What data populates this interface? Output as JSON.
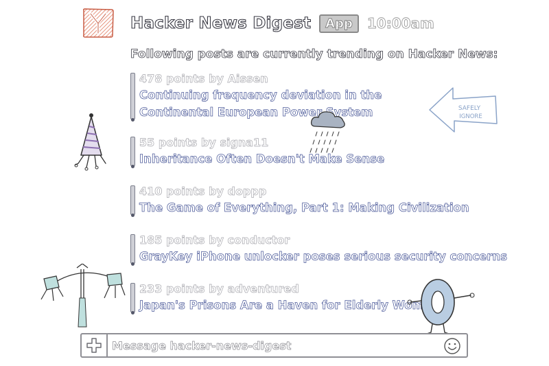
{
  "header": {
    "bot_name": "Hacker News Digest",
    "badge": "App",
    "time": "10:00am",
    "avatar_icon": "hacker-news-logo",
    "avatar_color": "#e8795c"
  },
  "intro_text": "Following posts are currently trending on Hacker News:",
  "posts": [
    {
      "meta": "478 points by Aissen",
      "title": "Continuing frequency deviation in the Continental European Power System"
    },
    {
      "meta": "55 points by signa11",
      "title": "Inheritance Often Doesn't Make Sense"
    },
    {
      "meta": "410 points by doppp",
      "title": "The Game of Everything, Part 1: Making Civilization"
    },
    {
      "meta": "185 points by conductor",
      "title": "GrayKey iPhone unlocker poses serious security concerns"
    },
    {
      "meta": "233 points by adventured",
      "title": "Japan's Prisons Are a Haven for Elderly Women"
    }
  ],
  "composer": {
    "placeholder": "Message hacker-news-digest",
    "attach_icon": "plus-icon",
    "emoji_icon": "smiley-icon"
  },
  "annotation": {
    "arrow_text_line1": "SAFELY",
    "arrow_text_line2": "IGNORE"
  },
  "colors": {
    "title_outline": "#4d5b9a",
    "meta_outline": "#a8a8ae",
    "text_outline": "#3a3a44"
  }
}
